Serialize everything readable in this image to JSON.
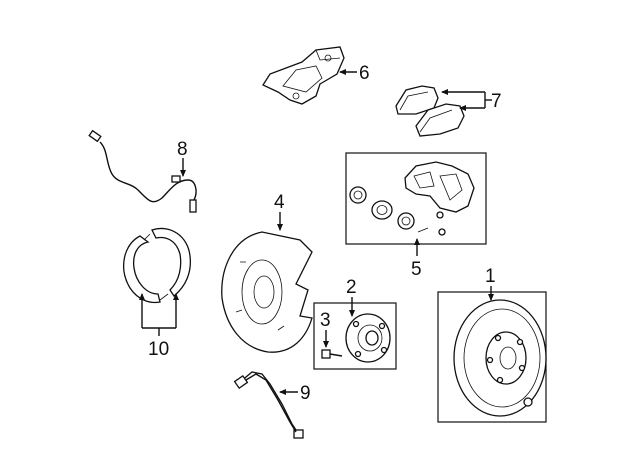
{
  "diagram": {
    "callouts": [
      {
        "id": "1",
        "label": "1"
      },
      {
        "id": "2",
        "label": "2"
      },
      {
        "id": "3",
        "label": "3"
      },
      {
        "id": "4",
        "label": "4"
      },
      {
        "id": "5",
        "label": "5"
      },
      {
        "id": "6",
        "label": "6"
      },
      {
        "id": "7",
        "label": "7"
      },
      {
        "id": "8",
        "label": "8"
      },
      {
        "id": "9",
        "label": "9"
      },
      {
        "id": "10",
        "label": "10"
      }
    ],
    "parts": [
      {
        "callout": "1",
        "icon": "brake-rotor-icon"
      },
      {
        "callout": "2",
        "icon": "hub-bearing-icon"
      },
      {
        "callout": "3",
        "icon": "hub-bolt-icon"
      },
      {
        "callout": "4",
        "icon": "backing-plate-icon"
      },
      {
        "callout": "5",
        "icon": "caliper-assembly-icon"
      },
      {
        "callout": "6",
        "icon": "caliper-bracket-icon"
      },
      {
        "callout": "7",
        "icon": "brake-pads-icon"
      },
      {
        "callout": "8",
        "icon": "abs-sensor-icon"
      },
      {
        "callout": "9",
        "icon": "brake-hose-icon"
      },
      {
        "callout": "10",
        "icon": "parking-brake-shoes-icon"
      }
    ],
    "colors": {
      "line": "#111111",
      "background": "#ffffff"
    }
  }
}
